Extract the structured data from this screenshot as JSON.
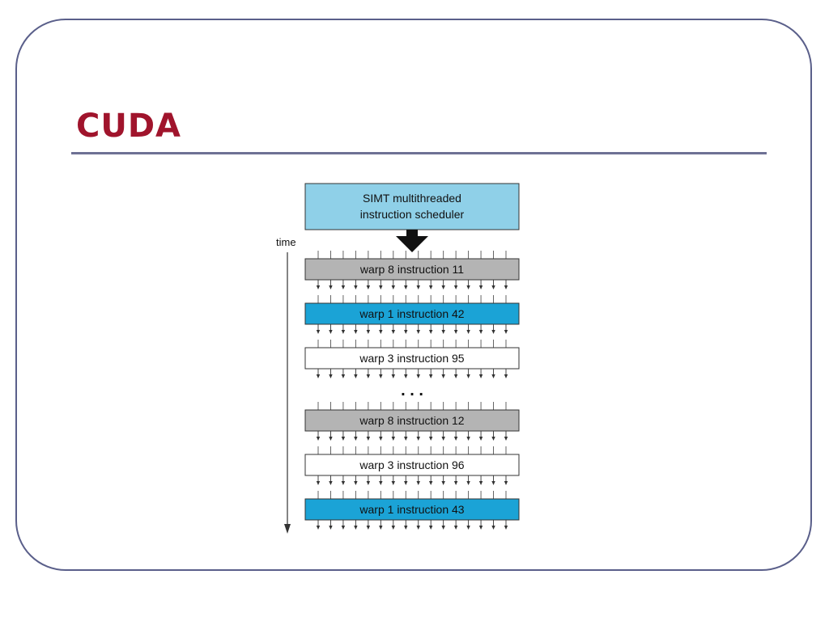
{
  "slide": {
    "title": "CUDA"
  },
  "diagram": {
    "scheduler": {
      "line1": "SIMT multithreaded",
      "line2": "instruction scheduler",
      "fill": "#8fd0e8"
    },
    "time_label": "time",
    "ellipsis": ". . .",
    "lanes": 16,
    "instructions": [
      {
        "label": "warp 8 instruction 11",
        "fill": "#b4b4b4"
      },
      {
        "label": "warp 1 instruction 42",
        "fill": "#1ba3d6"
      },
      {
        "label": "warp 3 instruction 95",
        "fill": "#ffffff"
      },
      {
        "label": "warp 8 instruction 12",
        "fill": "#b4b4b4"
      },
      {
        "label": "warp 3 instruction 96",
        "fill": "#ffffff"
      },
      {
        "label": "warp 1 instruction 43",
        "fill": "#1ba3d6"
      }
    ],
    "colors": {
      "title": "#a0142c",
      "frame": "#5a5f8a",
      "stroke": "#333333"
    }
  }
}
